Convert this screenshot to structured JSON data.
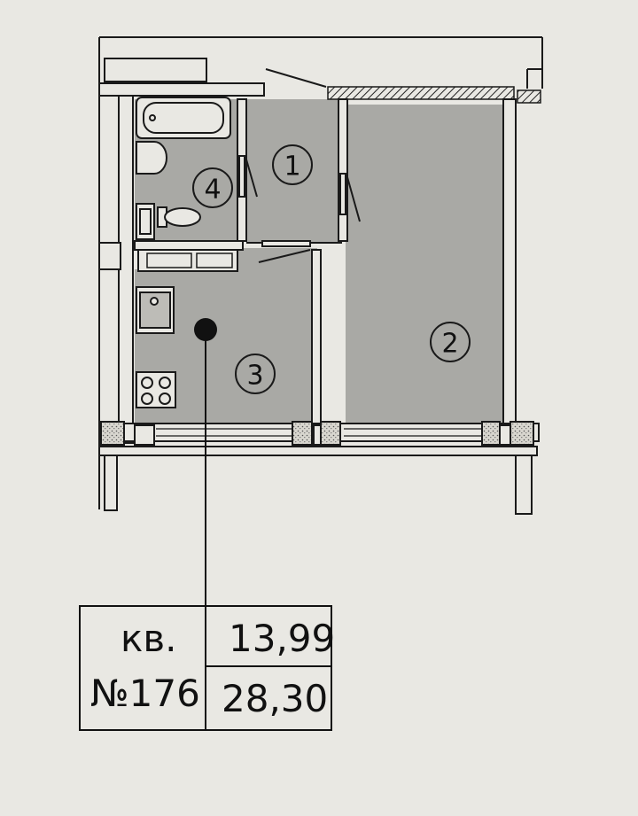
{
  "rooms": [
    {
      "id": "room-1",
      "label": "1"
    },
    {
      "id": "room-2",
      "label": "2"
    },
    {
      "id": "room-3",
      "label": "3"
    },
    {
      "id": "room-4",
      "label": "4"
    }
  ],
  "info_table": {
    "apartment_prefix": "кв.",
    "apartment_number": "№176",
    "living_area": "13,99",
    "total_area": "28,30"
  },
  "colors": {
    "paper": "#e9e8e3",
    "room_fill": "#a9a9a5",
    "ink": "#1a1a1a"
  }
}
